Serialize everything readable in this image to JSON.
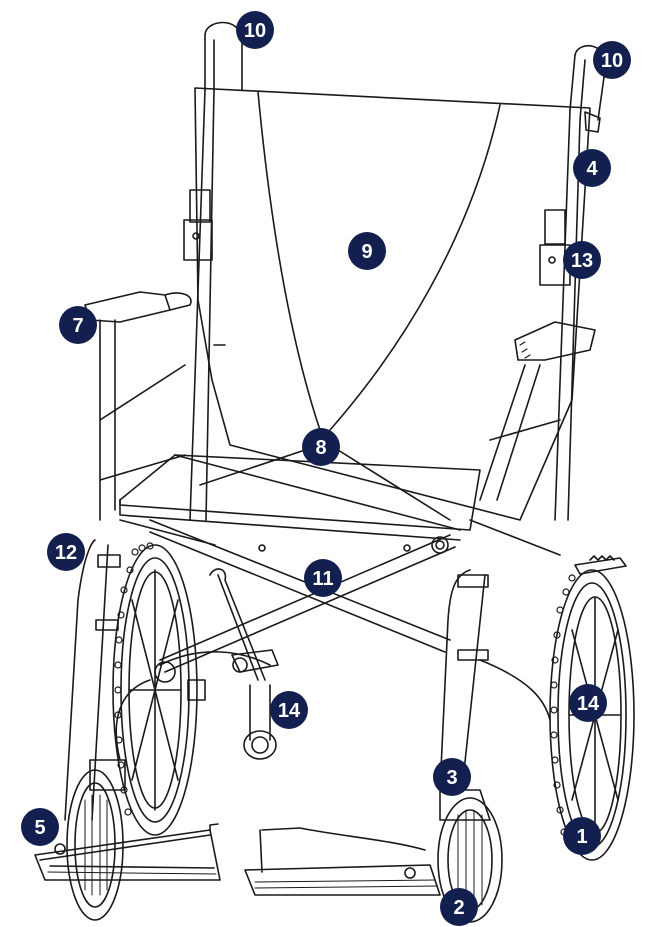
{
  "colors": {
    "line": "#1a1a1a",
    "marker_fill": "#13204f",
    "marker_text": "#ffffff",
    "background": "#ffffff"
  },
  "markers": [
    {
      "id": "m10-left",
      "label": "10"
    },
    {
      "id": "m10-right",
      "label": "10"
    },
    {
      "id": "m4",
      "label": "4"
    },
    {
      "id": "m9",
      "label": "9"
    },
    {
      "id": "m13",
      "label": "13"
    },
    {
      "id": "m7",
      "label": "7"
    },
    {
      "id": "m8",
      "label": "8"
    },
    {
      "id": "m12",
      "label": "12"
    },
    {
      "id": "m11",
      "label": "11"
    },
    {
      "id": "m14-left",
      "label": "14"
    },
    {
      "id": "m14-right",
      "label": "14"
    },
    {
      "id": "m3",
      "label": "3"
    },
    {
      "id": "m5",
      "label": "5"
    },
    {
      "id": "m1",
      "label": "1"
    },
    {
      "id": "m2",
      "label": "2"
    }
  ]
}
